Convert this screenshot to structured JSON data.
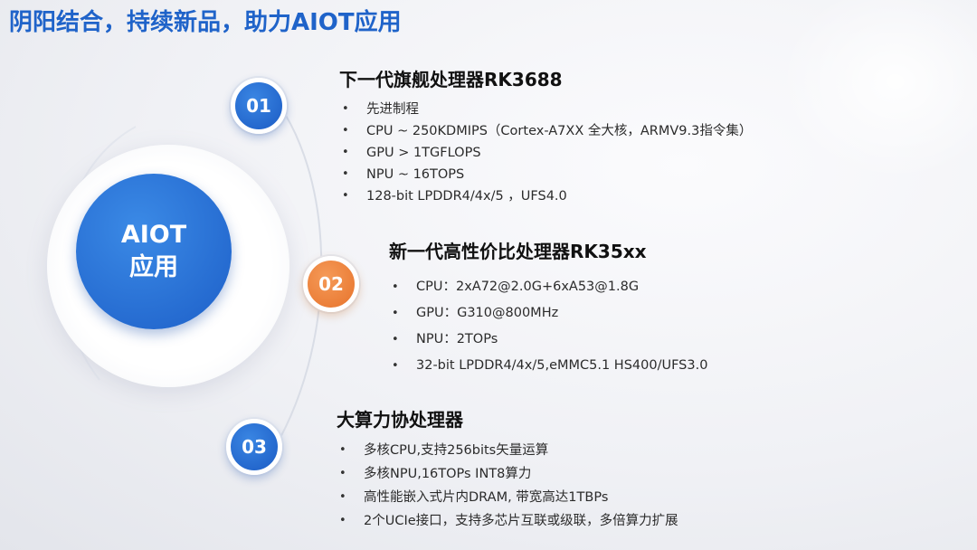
{
  "slide": {
    "title": "阴阳结合，持续新品，助力AIOT应用"
  },
  "hub": {
    "line1": "AIOT",
    "line2": "应用"
  },
  "colors": {
    "title_blue": "#1f63c9",
    "node_blue": "#1d5fc8",
    "node_orange": "#e7732b"
  },
  "sections": [
    {
      "number": "01",
      "title": "下一代旗舰处理器RK3688",
      "items": [
        "先进制程",
        "CPU ~ 250KDMIPS（Cortex-A7XX 全大核，ARMV9.3指令集）",
        "GPU > 1TGFLOPS",
        "NPU ~ 16TOPS",
        "128-bit LPDDR4/4x/5 ，UFS4.0"
      ]
    },
    {
      "number": "02",
      "title": "新一代高性价比处理器RK35xx",
      "items": [
        "CPU：2xA72@2.0G+6xA53@1.8G",
        "GPU：G310@800MHz",
        "NPU：2TOPs",
        "32-bit LPDDR4/4x/5,eMMC5.1 HS400/UFS3.0"
      ]
    },
    {
      "number": "03",
      "title": "大算力协处理器",
      "items": [
        "多核CPU,支持256bits矢量运算",
        "多核NPU,16TOPs INT8算力",
        "高性能嵌入式片内DRAM, 带宽高达1TBPs",
        "2个UCIe接口，支持多芯片互联或级联，多倍算力扩展"
      ]
    }
  ]
}
